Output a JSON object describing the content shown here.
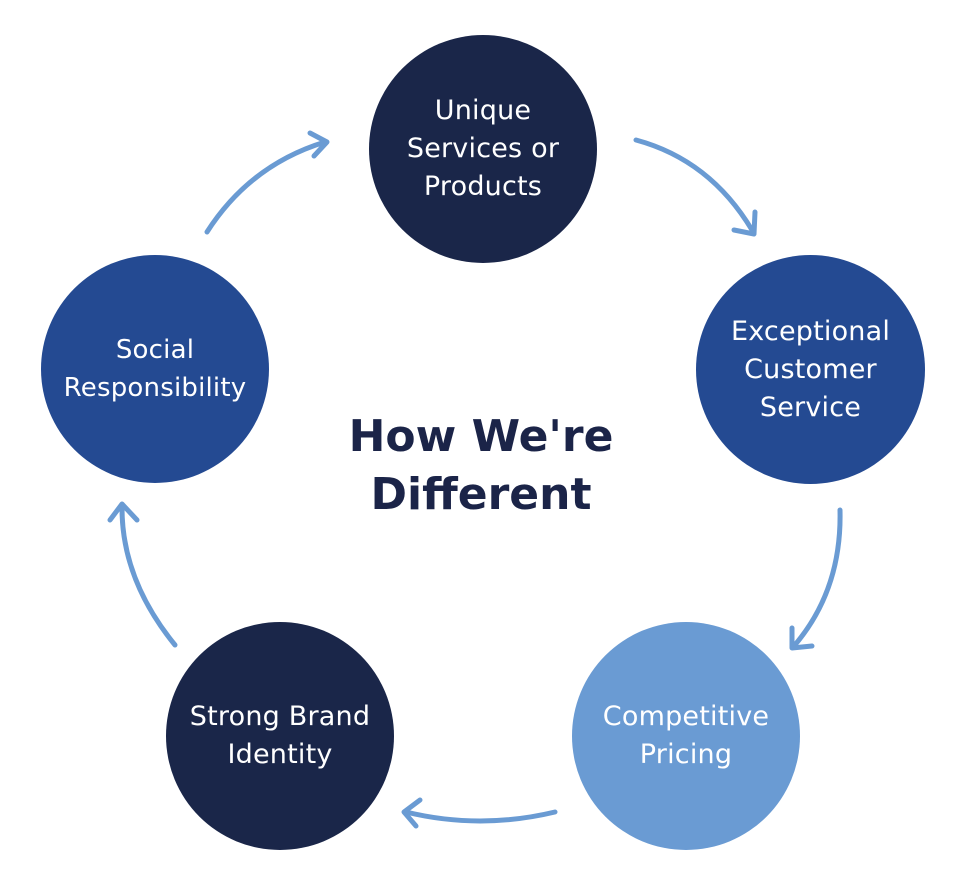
{
  "diagram": {
    "center_title": "How We're\nDifferent",
    "colors": {
      "navy": "#1a2649",
      "blue": "#244a92",
      "light_blue": "#6a9bd3",
      "arrow": "#6a9bd3",
      "title": "#1b2448"
    },
    "nodes": [
      {
        "id": "unique",
        "label": "Unique\nServices or\nProducts",
        "color": "#1a2649"
      },
      {
        "id": "service",
        "label": "Exceptional\nCustomer\nService",
        "color": "#244a92"
      },
      {
        "id": "pricing",
        "label": "Competitive\nPricing",
        "color": "#6a9bd3"
      },
      {
        "id": "brand",
        "label": "Strong Brand\nIdentity",
        "color": "#1a2649"
      },
      {
        "id": "social",
        "label": "Social\nResponsibility",
        "color": "#244a92"
      }
    ],
    "flow": [
      {
        "from": "unique",
        "to": "service"
      },
      {
        "from": "service",
        "to": "pricing"
      },
      {
        "from": "pricing",
        "to": "brand"
      },
      {
        "from": "brand",
        "to": "social"
      },
      {
        "from": "social",
        "to": "unique"
      }
    ]
  }
}
